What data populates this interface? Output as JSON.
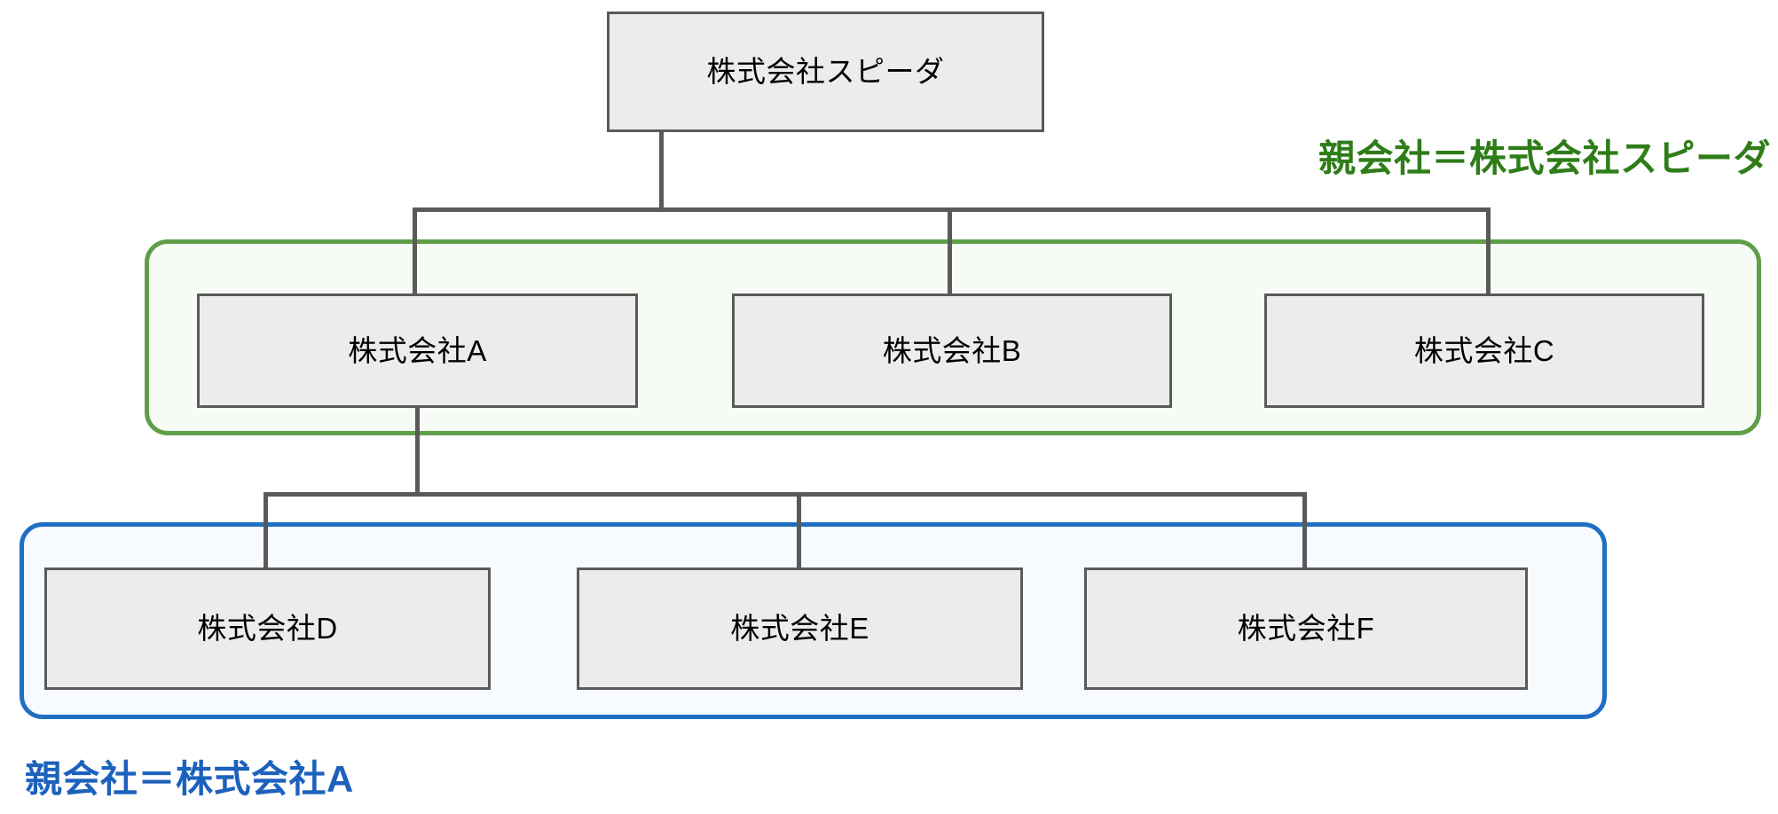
{
  "diagram": {
    "type": "organization-hierarchy",
    "title_text": "",
    "colors": {
      "node_fill": "#ECECEC",
      "node_border": "#5A5A5A",
      "connector": "#5A5A5A",
      "green_border": "#5F9E49",
      "green_fill": "#F7FBF5",
      "green_text": "#2E7D18",
      "blue_border": "#1F6FC4",
      "blue_fill": "#F7FAFE",
      "blue_text": "#1C62BD"
    },
    "levels": [
      {
        "level": 1,
        "nodes": [
          {
            "id": "root",
            "label": "株式会社スピーダ"
          }
        ]
      },
      {
        "level": 2,
        "nodes": [
          {
            "id": "a",
            "label": "株式会社A"
          },
          {
            "id": "b",
            "label": "株式会社B"
          },
          {
            "id": "c",
            "label": "株式会社C"
          }
        ]
      },
      {
        "level": 3,
        "nodes": [
          {
            "id": "d",
            "label": "株式会社D"
          },
          {
            "id": "e",
            "label": "株式会社E"
          },
          {
            "id": "f",
            "label": "株式会社F"
          }
        ]
      }
    ],
    "edges": [
      {
        "from": "root",
        "to": "a"
      },
      {
        "from": "root",
        "to": "b"
      },
      {
        "from": "root",
        "to": "c"
      },
      {
        "from": "a",
        "to": "d"
      },
      {
        "from": "a",
        "to": "e"
      },
      {
        "from": "a",
        "to": "f"
      }
    ],
    "groups": [
      {
        "id": "green-group",
        "caption": "親会社＝株式会社スピーダ",
        "members": [
          "a",
          "b",
          "c"
        ],
        "caption_position": "top-right"
      },
      {
        "id": "blue-group",
        "caption": "親会社＝株式会社A",
        "members": [
          "d",
          "e",
          "f"
        ],
        "caption_position": "bottom-left"
      }
    ]
  }
}
